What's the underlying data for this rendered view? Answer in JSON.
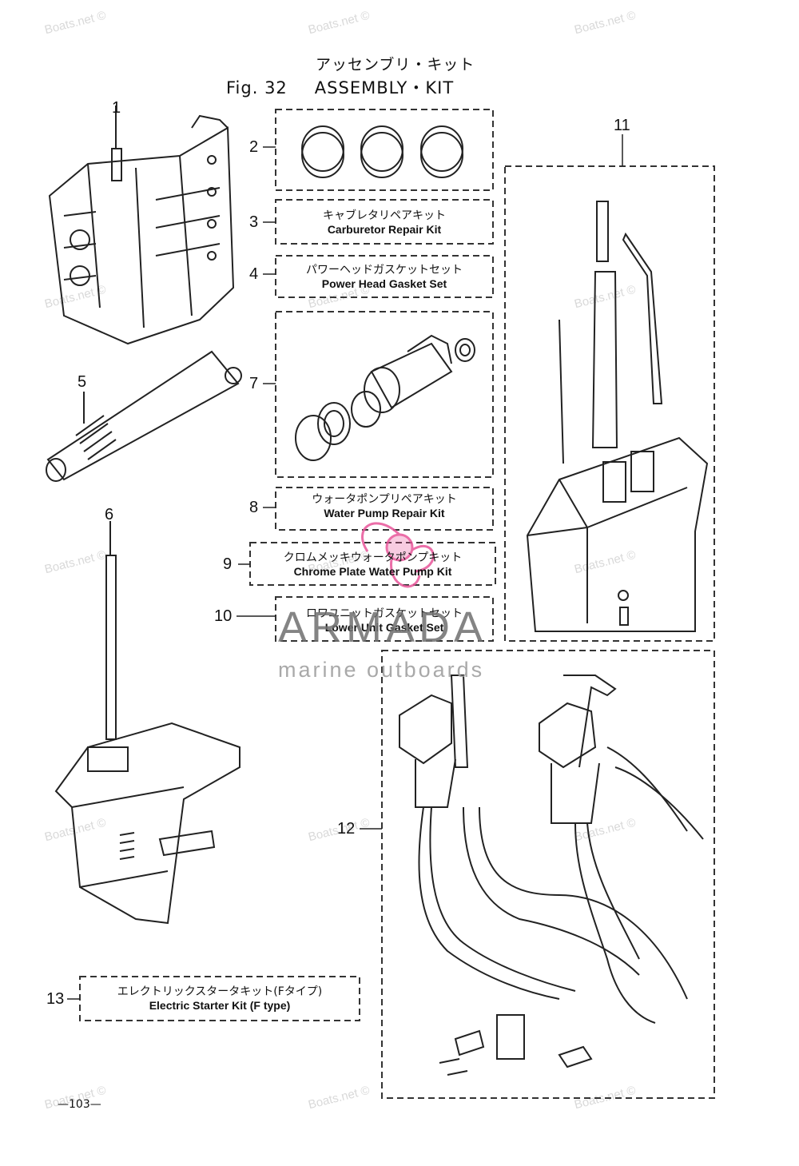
{
  "title": {
    "jp": "アッセンブリ・キット",
    "fig": "Fig. 32",
    "en": "ASSEMBLY・KIT"
  },
  "watermark": "Boats.net ©",
  "logo": {
    "name": "ARMADA",
    "tagline": "marine outboards",
    "accent": "#e8559a"
  },
  "parts": [
    {
      "no": "1"
    },
    {
      "no": "2"
    },
    {
      "no": "3",
      "jp": "キャブレタリペアキット",
      "en": "Carburetor Repair Kit"
    },
    {
      "no": "4",
      "jp": "パワーヘッドガスケットセット",
      "en": "Power Head Gasket Set"
    },
    {
      "no": "5"
    },
    {
      "no": "6"
    },
    {
      "no": "7"
    },
    {
      "no": "8",
      "jp": "ウォータポンプリペアキット",
      "en": "Water Pump Repair Kit"
    },
    {
      "no": "9",
      "jp": "クロムメッキウォータポンプキット",
      "en": "Chrome Plate Water Pump Kit"
    },
    {
      "no": "10",
      "jp": "ロワユニットガスケットセット",
      "en": "Lower Unit Gasket Set"
    },
    {
      "no": "11"
    },
    {
      "no": "12"
    },
    {
      "no": "13",
      "jp": "エレクトリックスタータキット(Fタイプ)",
      "en": "Electric Starter Kit (F type)"
    }
  ],
  "page_number": "—103—"
}
